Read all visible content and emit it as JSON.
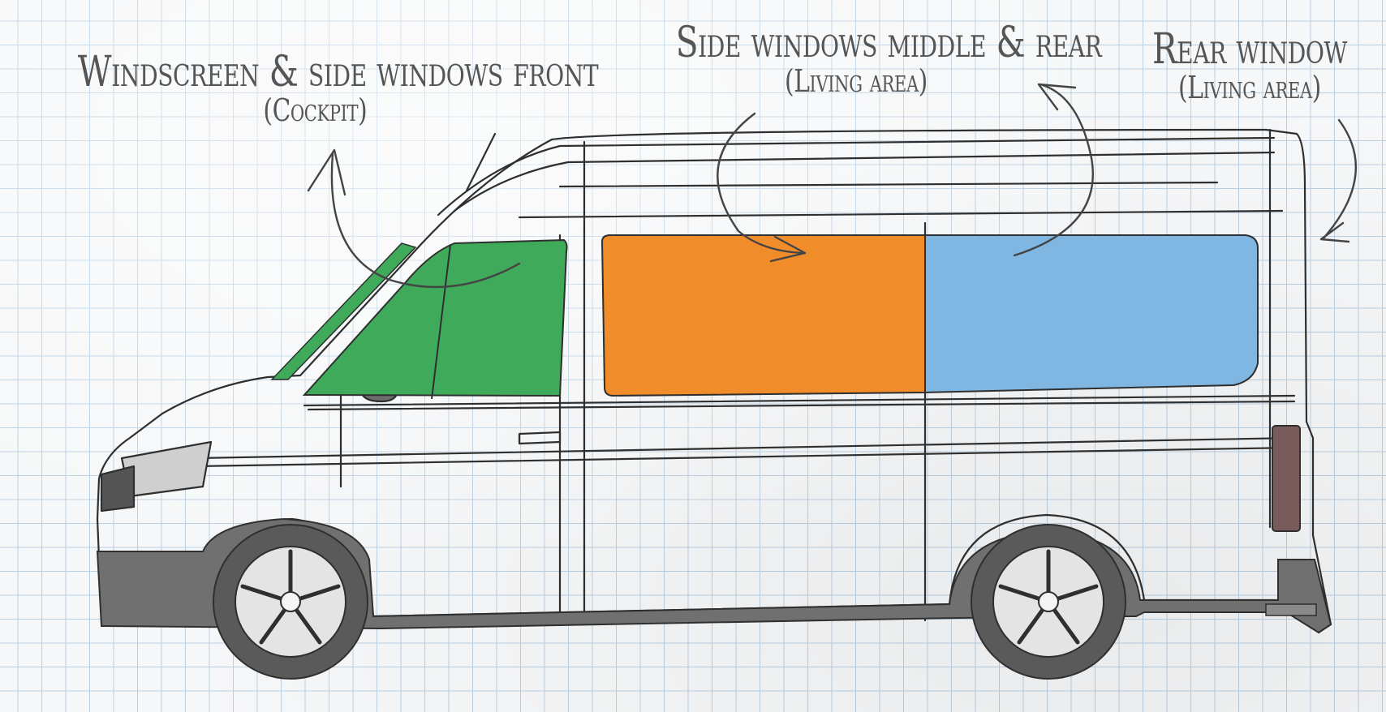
{
  "labels": {
    "front": {
      "main": "Windscreen & side windows front",
      "sub": "(Cockpit)"
    },
    "middle": {
      "main": "Side windows middle & rear",
      "sub": "(Living area)"
    },
    "rear": {
      "main": "Rear window",
      "sub": "(Living area)"
    }
  },
  "colors": {
    "cockpit": "#3faa5a",
    "middle": "#f08c2a",
    "rear": "#7fb6e2",
    "grid": "#b9cfe3",
    "ink": "#333333",
    "lower_body": "#6f6f6f",
    "tail_light": "#7a5b5b"
  }
}
